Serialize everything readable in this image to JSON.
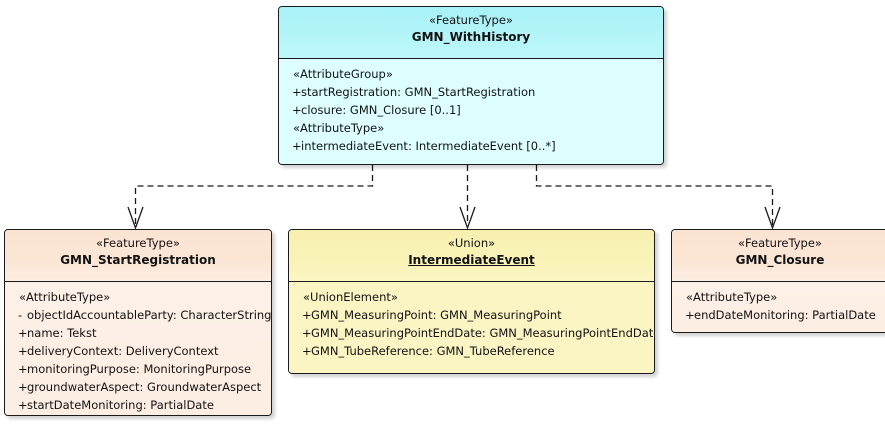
{
  "diagram": {
    "kind": "uml-class-diagram",
    "background": "#ffffff",
    "colors": {
      "cyan_header": "#b0f4f8",
      "cyan_body": "#ddffff",
      "peach_header": "#fbe5d4",
      "peach_body": "#fdeee3",
      "yellow_header": "#f9f2b4",
      "yellow_body": "#fbf5c4",
      "border": "#1a1a1a",
      "text": "#121212"
    }
  },
  "classes": {
    "with_history": {
      "stereotype": "«FeatureType»",
      "name": "GMN_WithHistory",
      "underline": false,
      "sections": [
        {
          "label": "«AttributeGroup»",
          "attributes": [
            {
              "visibility": "+",
              "text": "startRegistration: GMN_StartRegistration"
            },
            {
              "visibility": "+",
              "text": "closure: GMN_Closure [0..1]"
            }
          ]
        },
        {
          "label": "«AttributeType»",
          "attributes": [
            {
              "visibility": "+",
              "text": "intermediateEvent: IntermediateEvent [0..*]"
            }
          ]
        }
      ]
    },
    "start_registration": {
      "stereotype": "«FeatureType»",
      "name": "GMN_StartRegistration",
      "underline": false,
      "sections": [
        {
          "label": "«AttributeType»",
          "attributes": [
            {
              "visibility": "-",
              "text": "objectIdAccountableParty: CharacterString"
            },
            {
              "visibility": "+",
              "text": "name: Tekst"
            },
            {
              "visibility": "+",
              "text": "deliveryContext: DeliveryContext"
            },
            {
              "visibility": "+",
              "text": "monitoringPurpose: MonitoringPurpose"
            },
            {
              "visibility": "+",
              "text": "groundwaterAspect: GroundwaterAspect"
            },
            {
              "visibility": "+",
              "text": "startDateMonitoring: PartialDate"
            }
          ]
        }
      ]
    },
    "intermediate_event": {
      "stereotype": "«Union»",
      "name": "IntermediateEvent",
      "underline": true,
      "sections": [
        {
          "label": "«UnionElement»",
          "attributes": [
            {
              "visibility": "+",
              "text": "GMN_MeasuringPoint: GMN_MeasuringPoint"
            },
            {
              "visibility": "+",
              "text": "GMN_MeasuringPointEndDate: GMN_MeasuringPointEndDate"
            },
            {
              "visibility": "+",
              "text": "GMN_TubeReference: GMN_TubeReference"
            }
          ]
        }
      ]
    },
    "closure": {
      "stereotype": "«FeatureType»",
      "name": "GMN_Closure",
      "underline": false,
      "sections": [
        {
          "label": "«AttributeType»",
          "attributes": [
            {
              "visibility": "+",
              "text": "endDateMonitoring: PartialDate"
            }
          ]
        }
      ]
    }
  },
  "connectors": [
    {
      "name": "withhistory-to-startregistration",
      "style": "dashed-open-arrow"
    },
    {
      "name": "withhistory-to-intermediateevent",
      "style": "dashed-open-arrow"
    },
    {
      "name": "withhistory-to-closure",
      "style": "dashed-open-arrow"
    }
  ]
}
